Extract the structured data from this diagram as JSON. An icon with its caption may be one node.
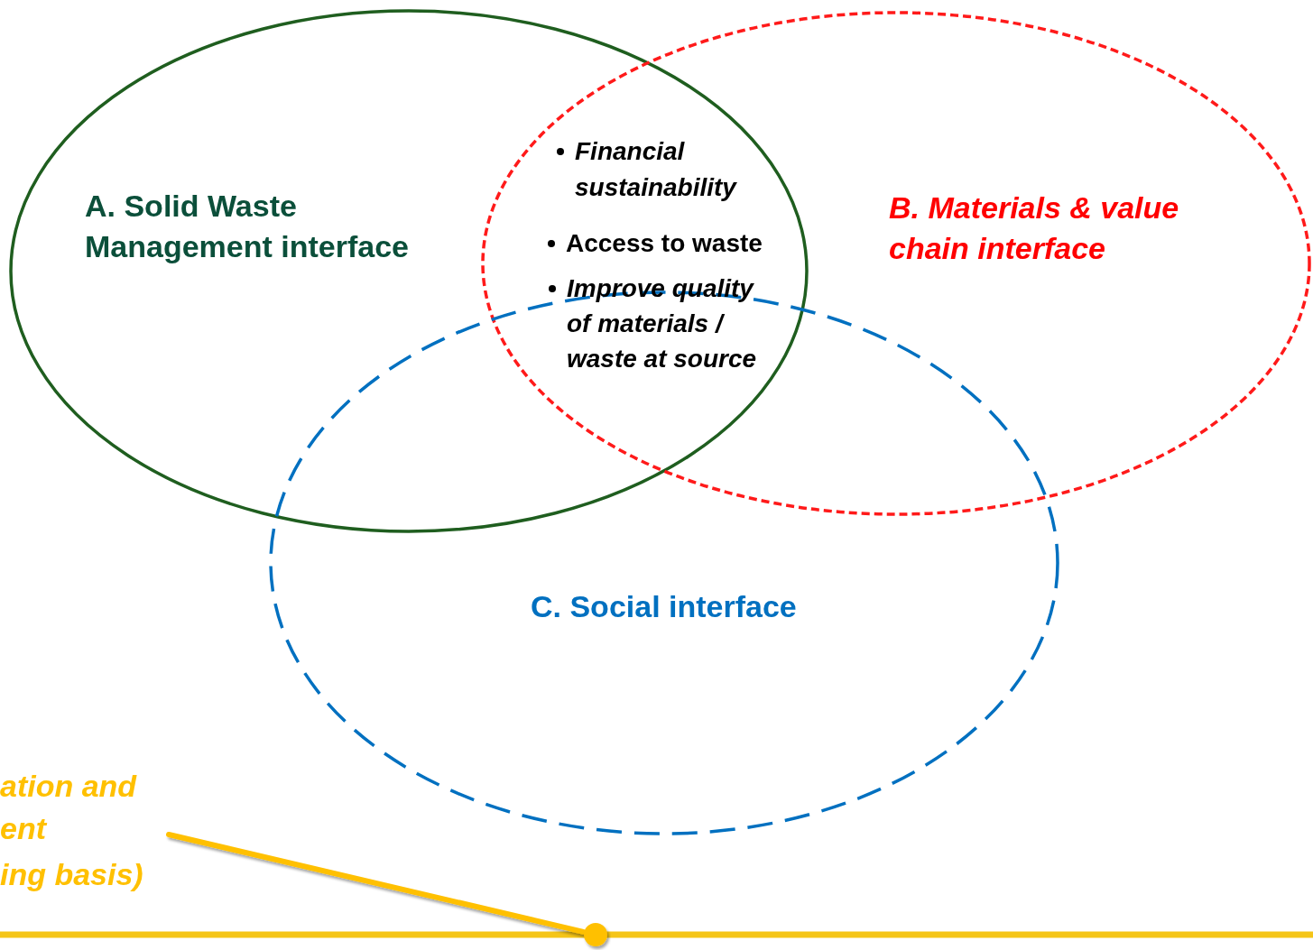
{
  "diagram": {
    "nodes": [
      {
        "text": [
          "A. Solid Waste Management interface"
        ]
      },
      {
        "text": [
          "B. Materials & value chain interface"
        ]
      },
      {
        "text": [
          "C. Social interface"
        ]
      },
      {
        "text": [
          "ation and",
          "ent",
          "ing basis)"
        ]
      },
      {
        "text": [],
        "shape": "circle"
      }
    ],
    "edges": [
      {
        "from": 3,
        "to": 4,
        "arrow": "none",
        "color": "#ffc000"
      }
    ],
    "labels": [
      "Financial sustainability",
      "Access to waste",
      "Improve quality of materials / waste at source"
    ]
  }
}
